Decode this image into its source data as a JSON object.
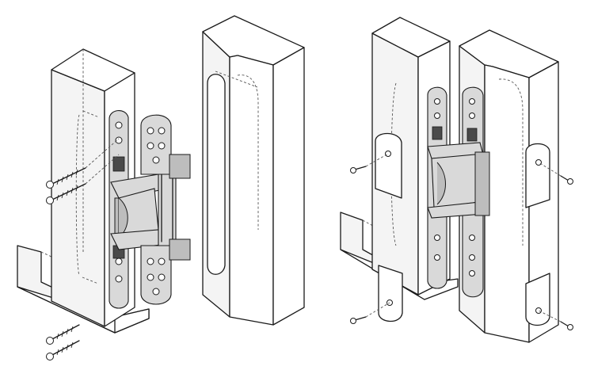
{
  "figure": {
    "description_visible_text": "",
    "panels": [
      {
        "id": "left",
        "parts": [
          "door-frame",
          "concealed-hinge",
          "door-leaf",
          "wood-screws"
        ]
      },
      {
        "id": "right",
        "parts": [
          "assembled-frame",
          "assembled-door",
          "hinge-installed",
          "cover-caps",
          "machine-screws"
        ]
      }
    ],
    "colors": {
      "line": "#1a1a1a",
      "metal": "#d9d9d9",
      "shade": "#f4f4f4",
      "background": "#ffffff"
    }
  }
}
